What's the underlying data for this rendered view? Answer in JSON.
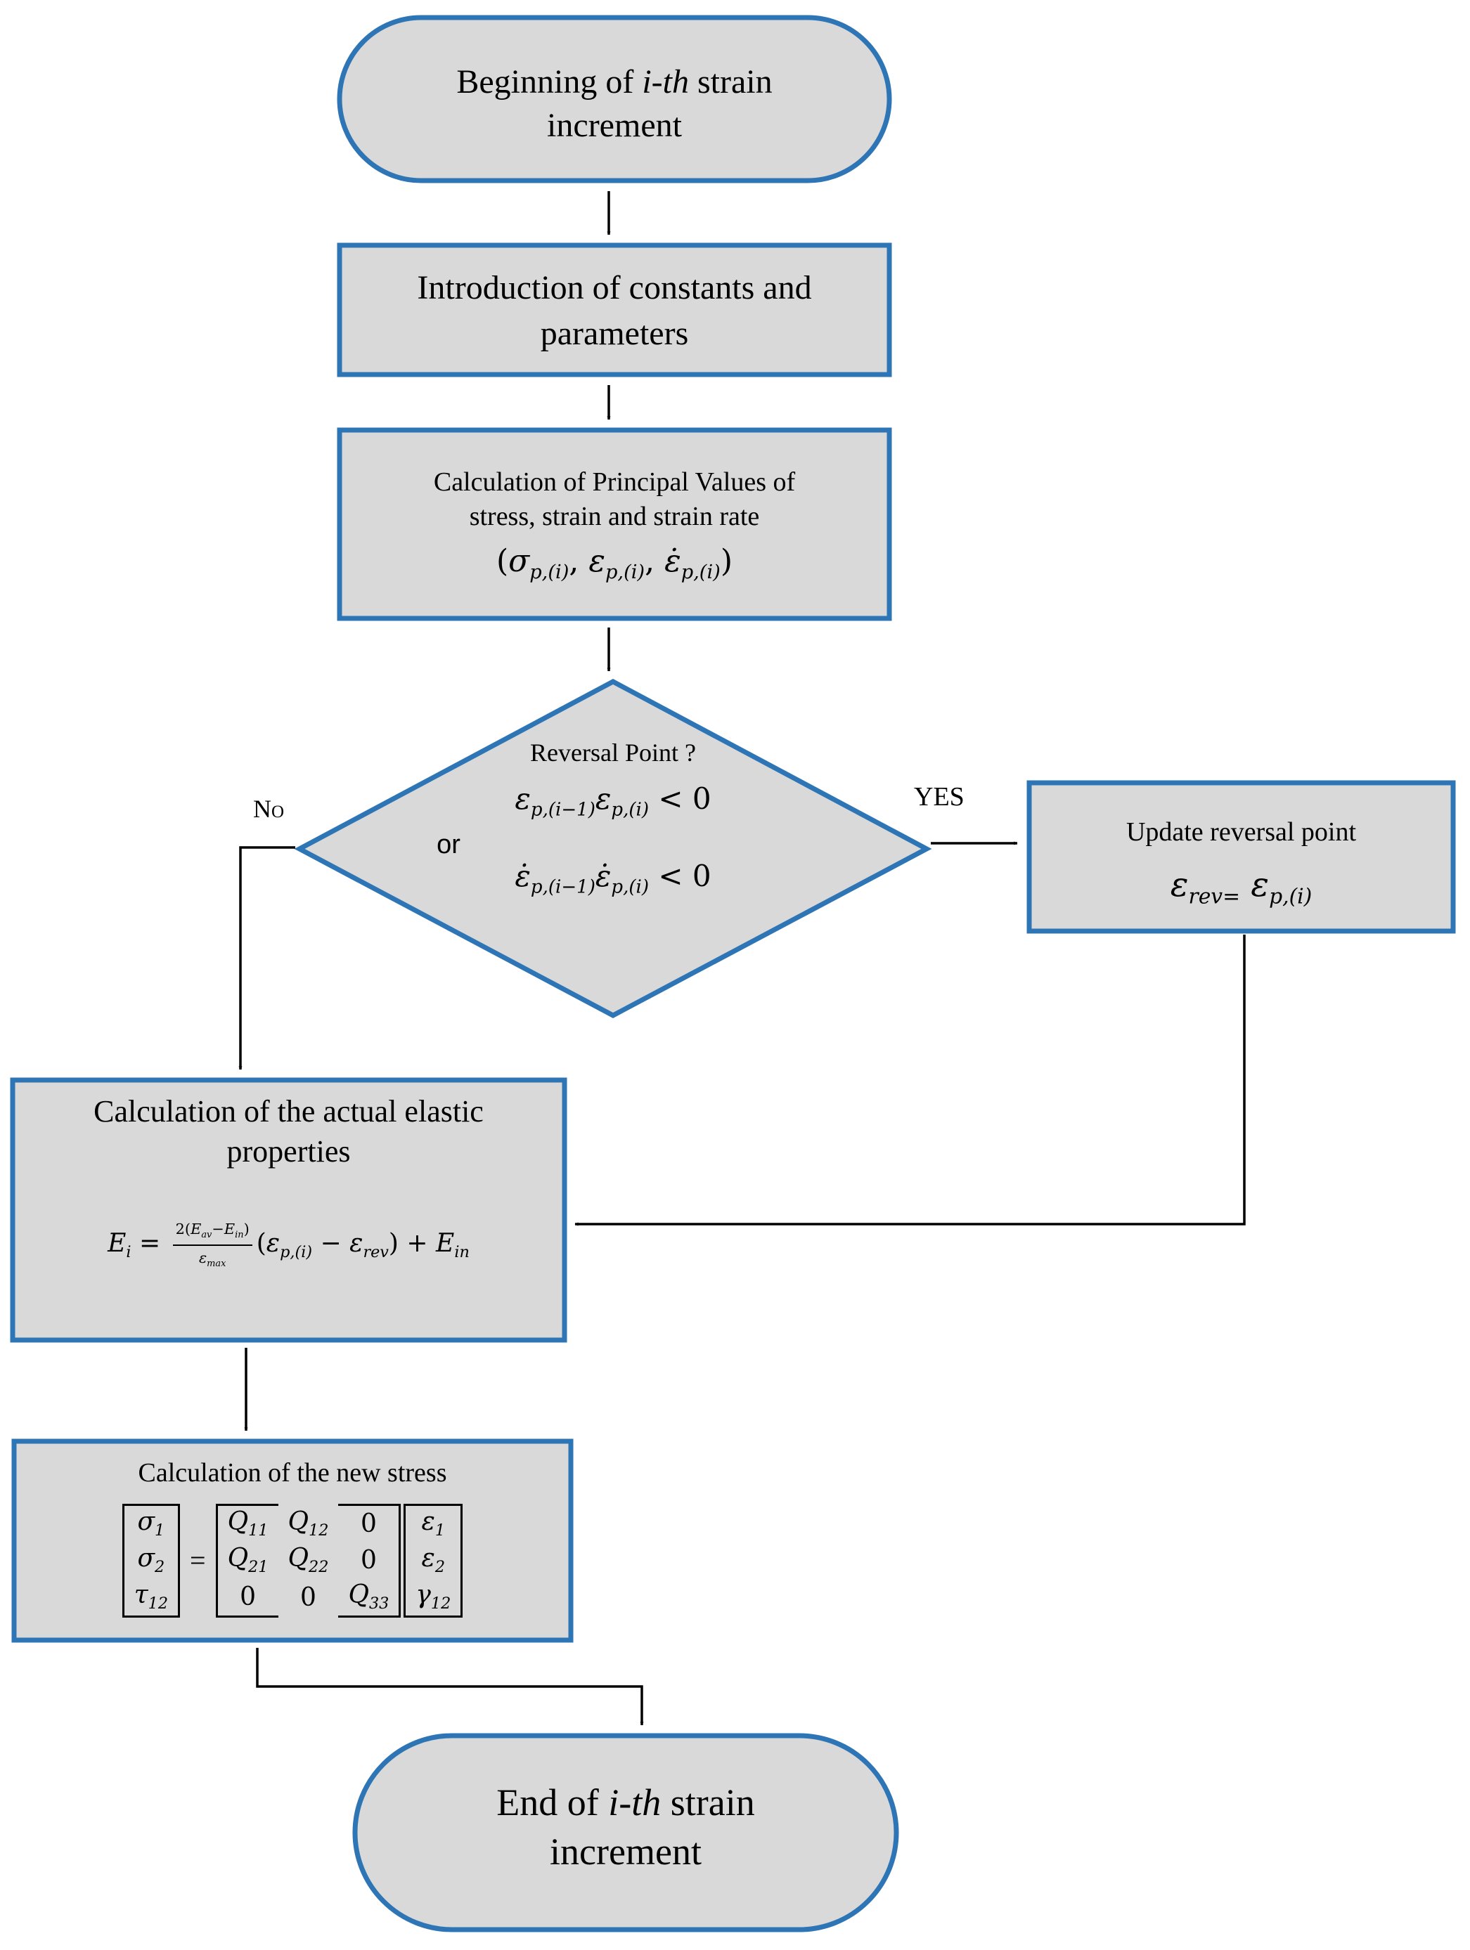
{
  "start": {
    "pre": "Beginning of ",
    "italic": "i-th",
    "post": " strain",
    "line2": "increment"
  },
  "constants": {
    "line1": "Introduction of constants and",
    "line2": "parameters"
  },
  "principal": {
    "line1": "Calculation of Principal Values of",
    "line2": "stress, strain and strain rate"
  },
  "decision": {
    "title": "Reversal Point ?",
    "or": "or",
    "no": "No",
    "yes": "YES"
  },
  "update": {
    "title": "Update reversal point"
  },
  "elastic": {
    "line1": "Calculation of the actual elastic",
    "line2": "properties"
  },
  "stress": {
    "title": "Calculation of the new stress"
  },
  "end": {
    "pre": "End of ",
    "italic": "i-th",
    "post": " strain",
    "line2": "increment"
  },
  "colors": {
    "border": "#2E75B6",
    "fill": "#D9D9D9",
    "line": "#000000"
  }
}
